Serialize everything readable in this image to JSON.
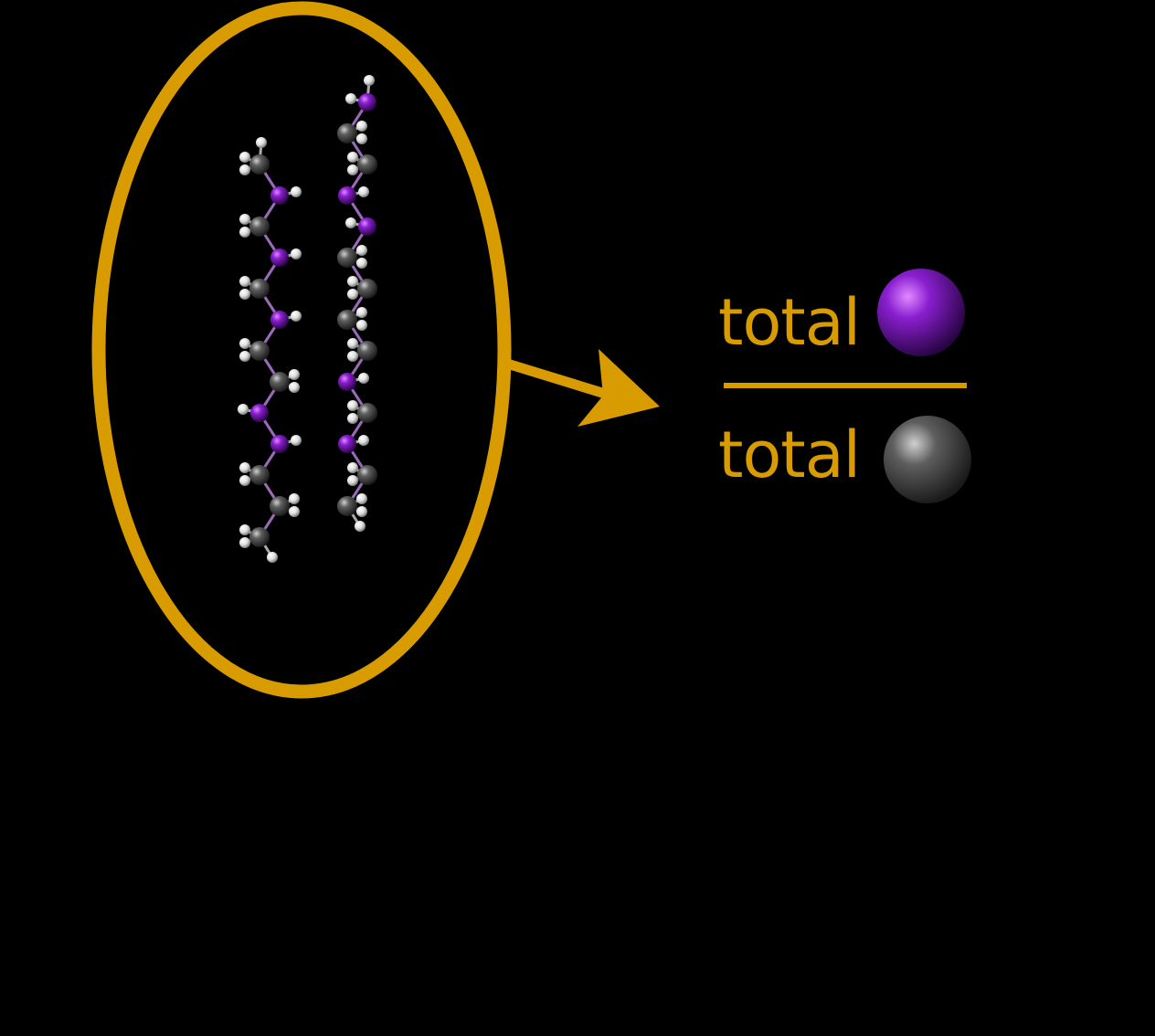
{
  "colors": {
    "background": "#000000",
    "accent": "#d89c00",
    "dopant_atom": "#7a18b8",
    "carbon_atom": "#5e5e5e",
    "hydrogen_atom": "#eeeeee"
  },
  "ratio": {
    "numerator_label": "total",
    "numerator_icon": "purple-atom-icon",
    "denominator_label": "total",
    "denominator_icon": "gray-atom-icon"
  },
  "molecules": {
    "chains": [
      {
        "name": "left-chain",
        "sequence": [
          "C",
          "N",
          "C",
          "N",
          "C",
          "N",
          "C",
          "C",
          "N",
          "N",
          "C",
          "C",
          "C"
        ]
      },
      {
        "name": "right-chain",
        "sequence": [
          "N",
          "C",
          "C",
          "N",
          "N",
          "C",
          "C",
          "C",
          "C",
          "N",
          "C",
          "N",
          "C",
          "C"
        ]
      }
    ]
  }
}
